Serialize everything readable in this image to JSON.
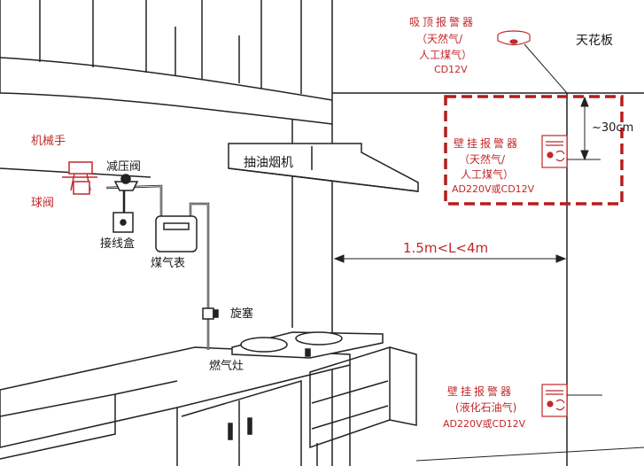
{
  "colors": {
    "line": "#222222",
    "accent_red": "#c0282a",
    "dash_red": "#b81c1c",
    "background": "#ffffff"
  },
  "labels": {
    "ceiling_alarm_line1": "吸顶报警器",
    "ceiling_alarm_line2": "（天然气/",
    "ceiling_alarm_line3": "人工煤气）",
    "ceiling_alarm_line4": "CD12V",
    "ceiling": "天花板",
    "wall_alarm_top_line1": "壁挂报警器",
    "wall_alarm_top_line2": "（天然气/",
    "wall_alarm_top_line3": "人工煤气）",
    "wall_alarm_top_line4": "AD220V或CD12V",
    "distance_to_ceiling": "~30cm",
    "distance_range": "1.5m<L<4m",
    "wall_alarm_bottom_line1": "壁挂报警器",
    "wall_alarm_bottom_line2": "(液化石油气)",
    "wall_alarm_bottom_line3": "AD220V或CD12V",
    "range_hood": "抽油烟机",
    "manipulator": "机械手",
    "ball_valve": "球阀",
    "pressure_reducer": "减压阀",
    "junction_box": "接线盒",
    "gas_meter": "煤气表",
    "plug": "旋塞",
    "gas_stove": "燃气灶"
  },
  "icons": {
    "ceiling_detector": "smoke-detector-icon",
    "wall_detector": "wall-alarm-icon"
  }
}
